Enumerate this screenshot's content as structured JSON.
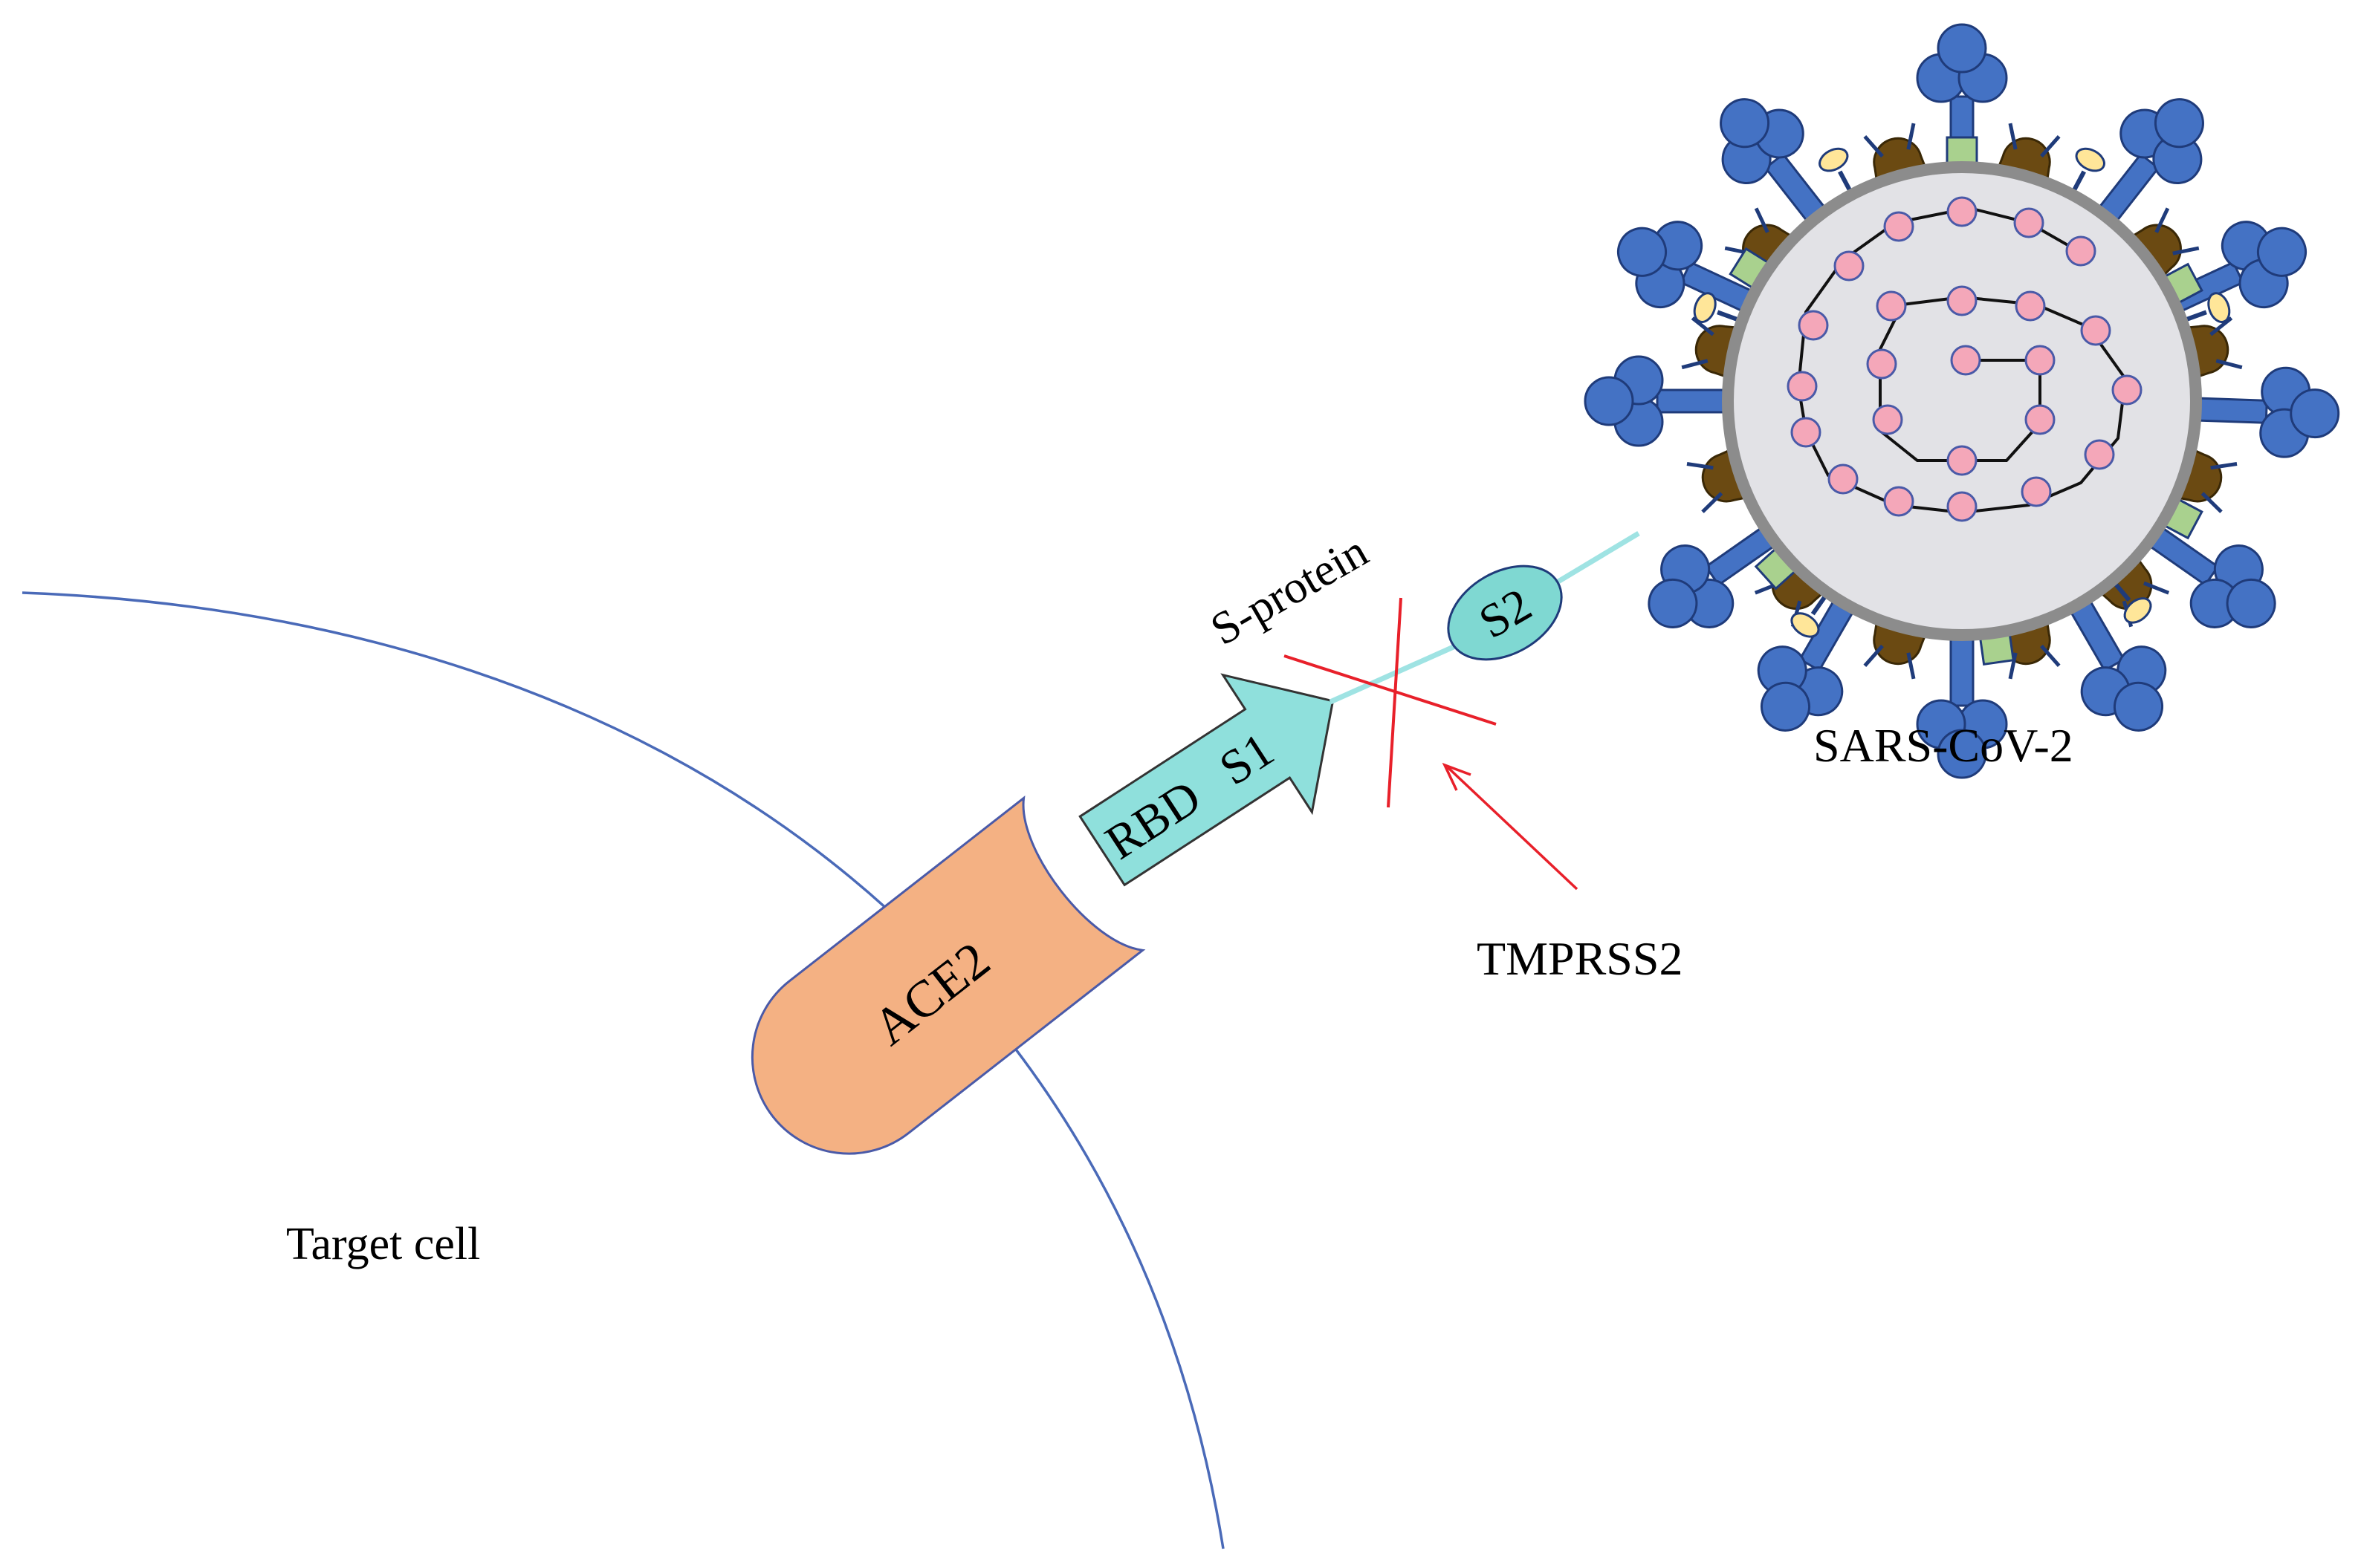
{
  "labels": {
    "target_cell": "Target cell",
    "ace2": "ACE2",
    "rbd": "RBD",
    "s1": "S1",
    "s2": "S2",
    "s_protein": "S-protein",
    "tmprss2": "TMPRSS2",
    "virus": "SARS-CoV-2"
  },
  "colors": {
    "cell_membrane": "#4a6ab8",
    "ace2_fill": "#f4b183",
    "spike_fill": "#8fe0dc",
    "stalk": "#9fe3e3",
    "cleavage_mark": "#e8202a",
    "envelope_ring": "#8c8c8c",
    "virus_interior": "#e2e2e6",
    "spike_protein": "#4472c4",
    "m_protein": "#6b4a12",
    "e_protein": "#a9d18e",
    "he_protein": "#ffe699",
    "nucleocapsid": "#f4a7b9"
  }
}
